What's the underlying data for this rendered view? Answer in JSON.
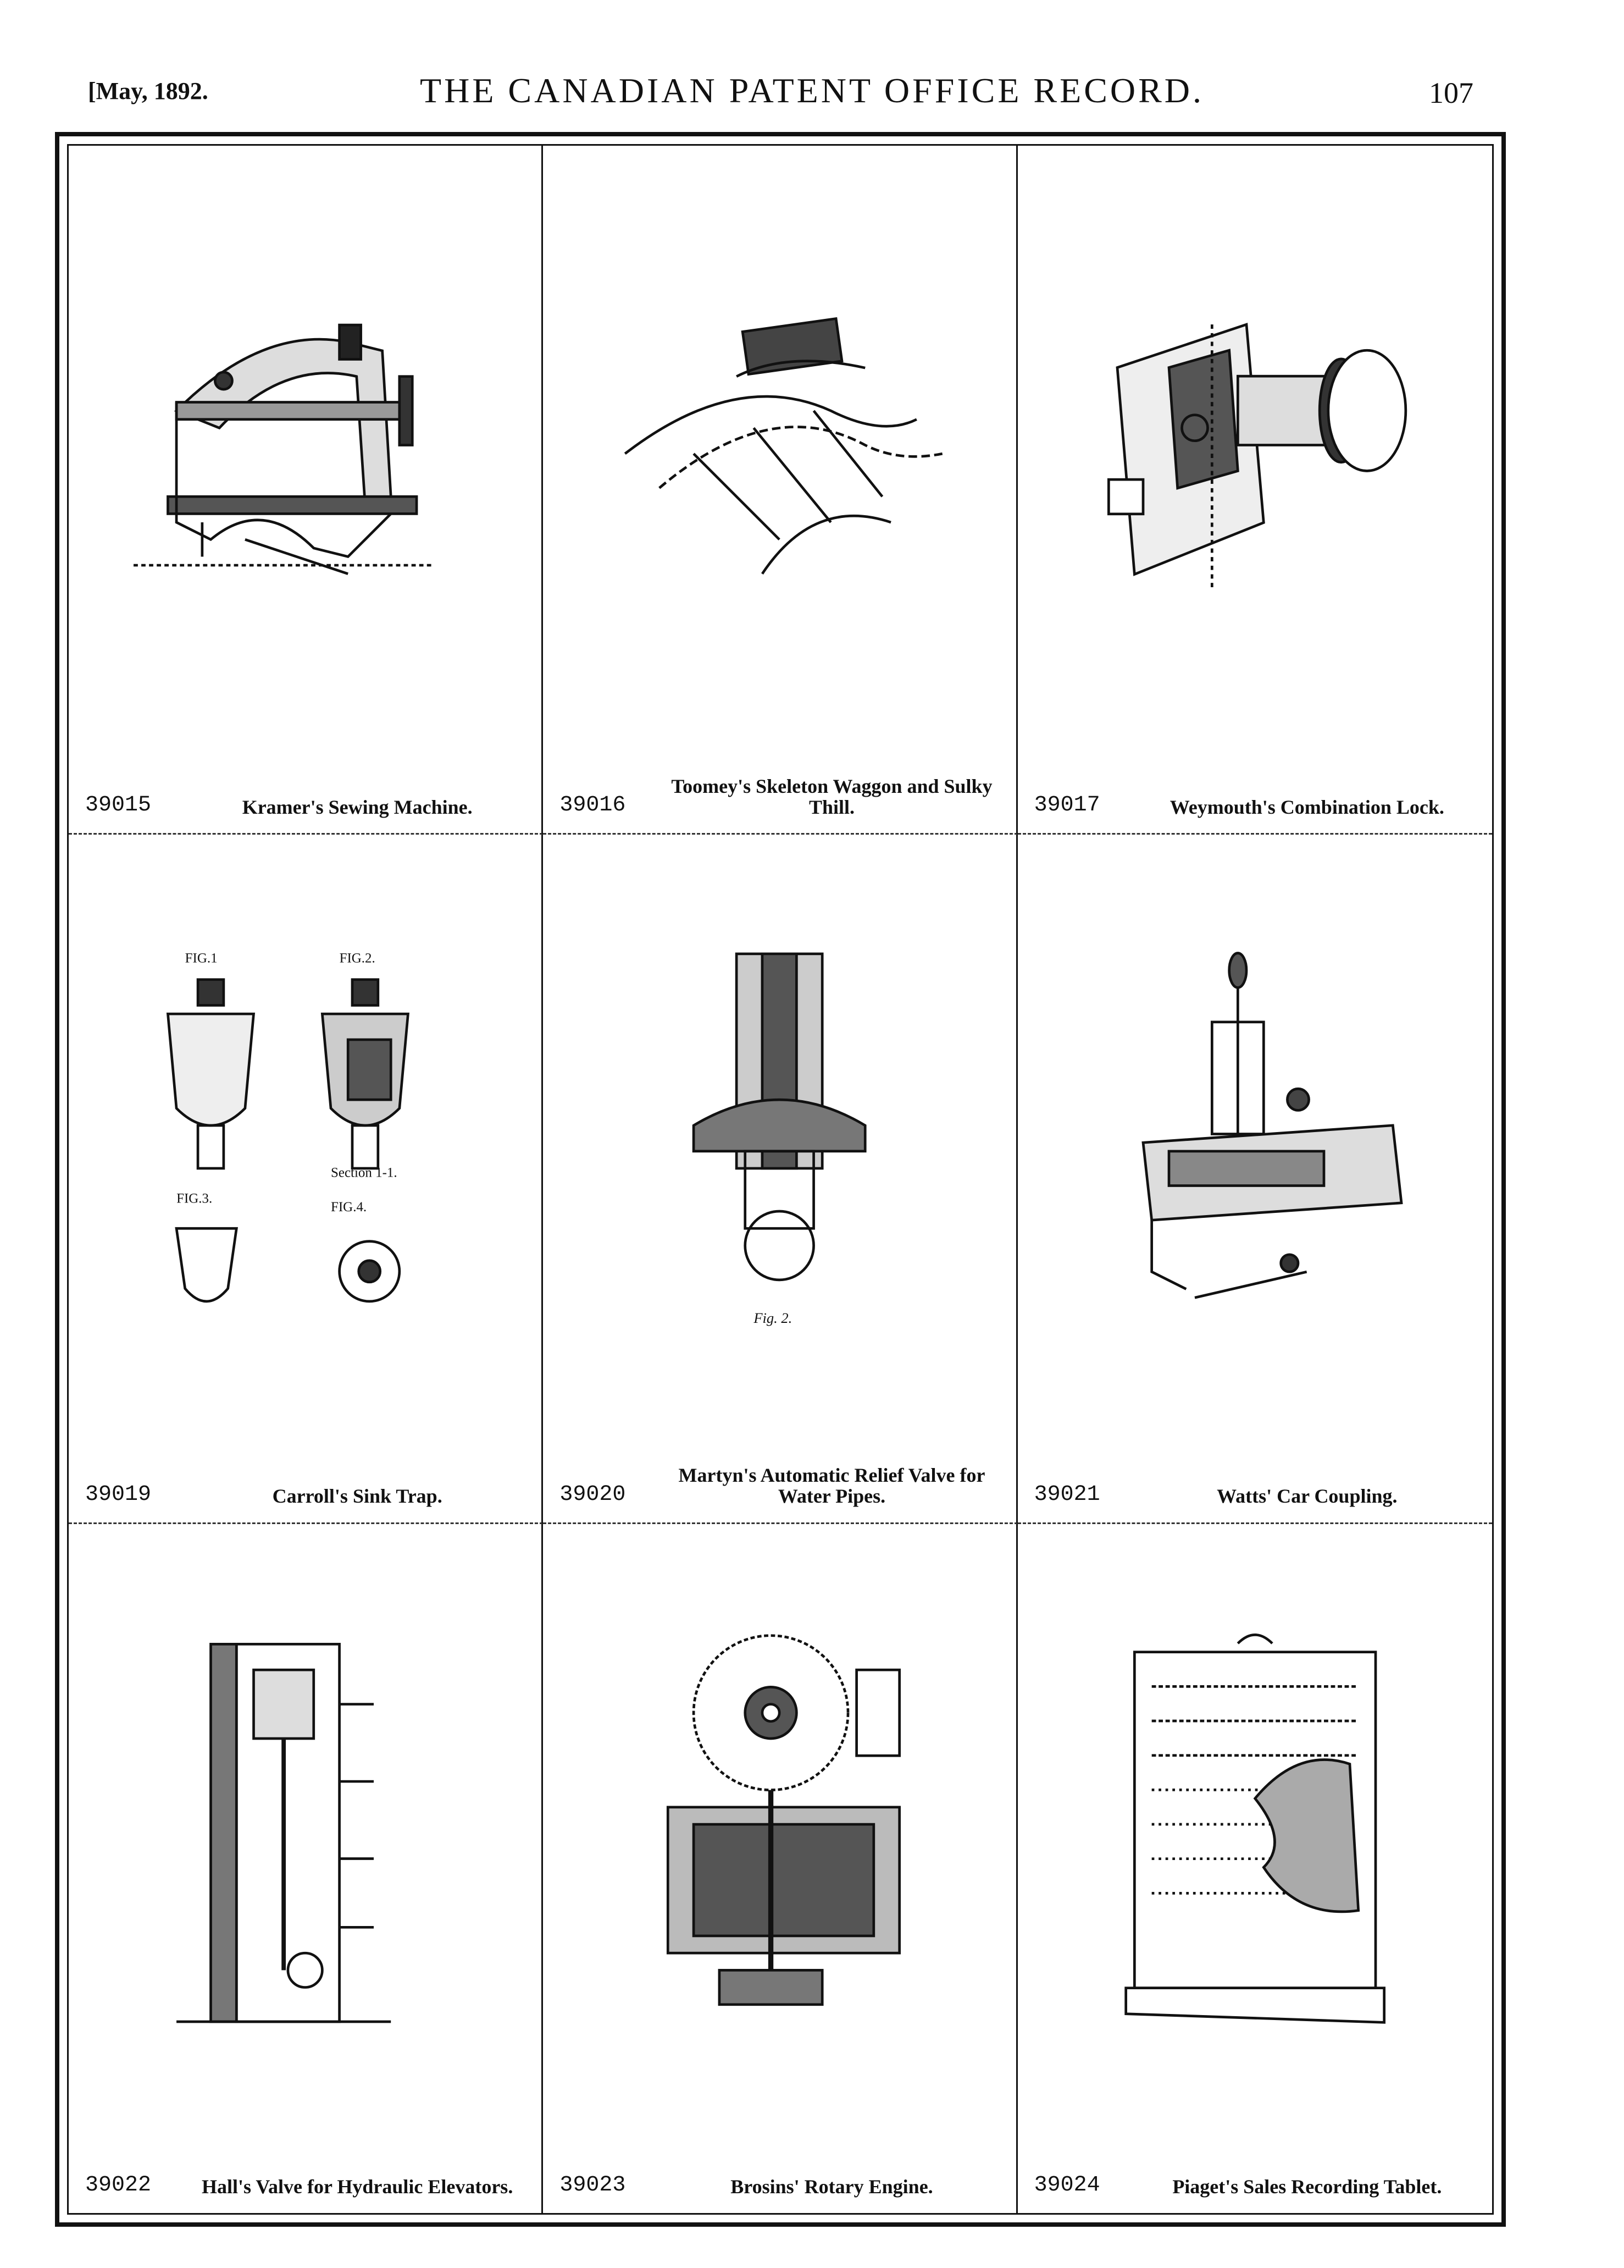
{
  "header": {
    "date": "[May, 1892.",
    "title": "THE CANADIAN PATENT OFFICE RECORD.",
    "page": "107"
  },
  "entries": [
    {
      "number": "39015",
      "title": "Kramer's Sewing Machine."
    },
    {
      "number": "39016",
      "title": "Toomey's Skeleton Waggon and Sulky Thill."
    },
    {
      "number": "39017",
      "title": "Weymouth's Combination Lock."
    },
    {
      "number": "39019",
      "title": "Carroll's Sink Trap."
    },
    {
      "number": "39020",
      "title": "Martyn's Automatic Relief Valve for Water Pipes."
    },
    {
      "number": "39021",
      "title": "Watts' Car Coupling."
    },
    {
      "number": "39022",
      "title": "Hall's Valve for Hydraulic Elevators."
    },
    {
      "number": "39023",
      "title": "Brosins' Rotary Engine."
    },
    {
      "number": "39024",
      "title": "Piaget's Sales Recording Tablet."
    }
  ],
  "figure_labels": {
    "sink_trap": [
      "FIG.1",
      "FIG.2.",
      "Section 1-1.",
      "FIG.3.",
      "FIG.4."
    ],
    "relief_valve": "Fig. 2."
  }
}
